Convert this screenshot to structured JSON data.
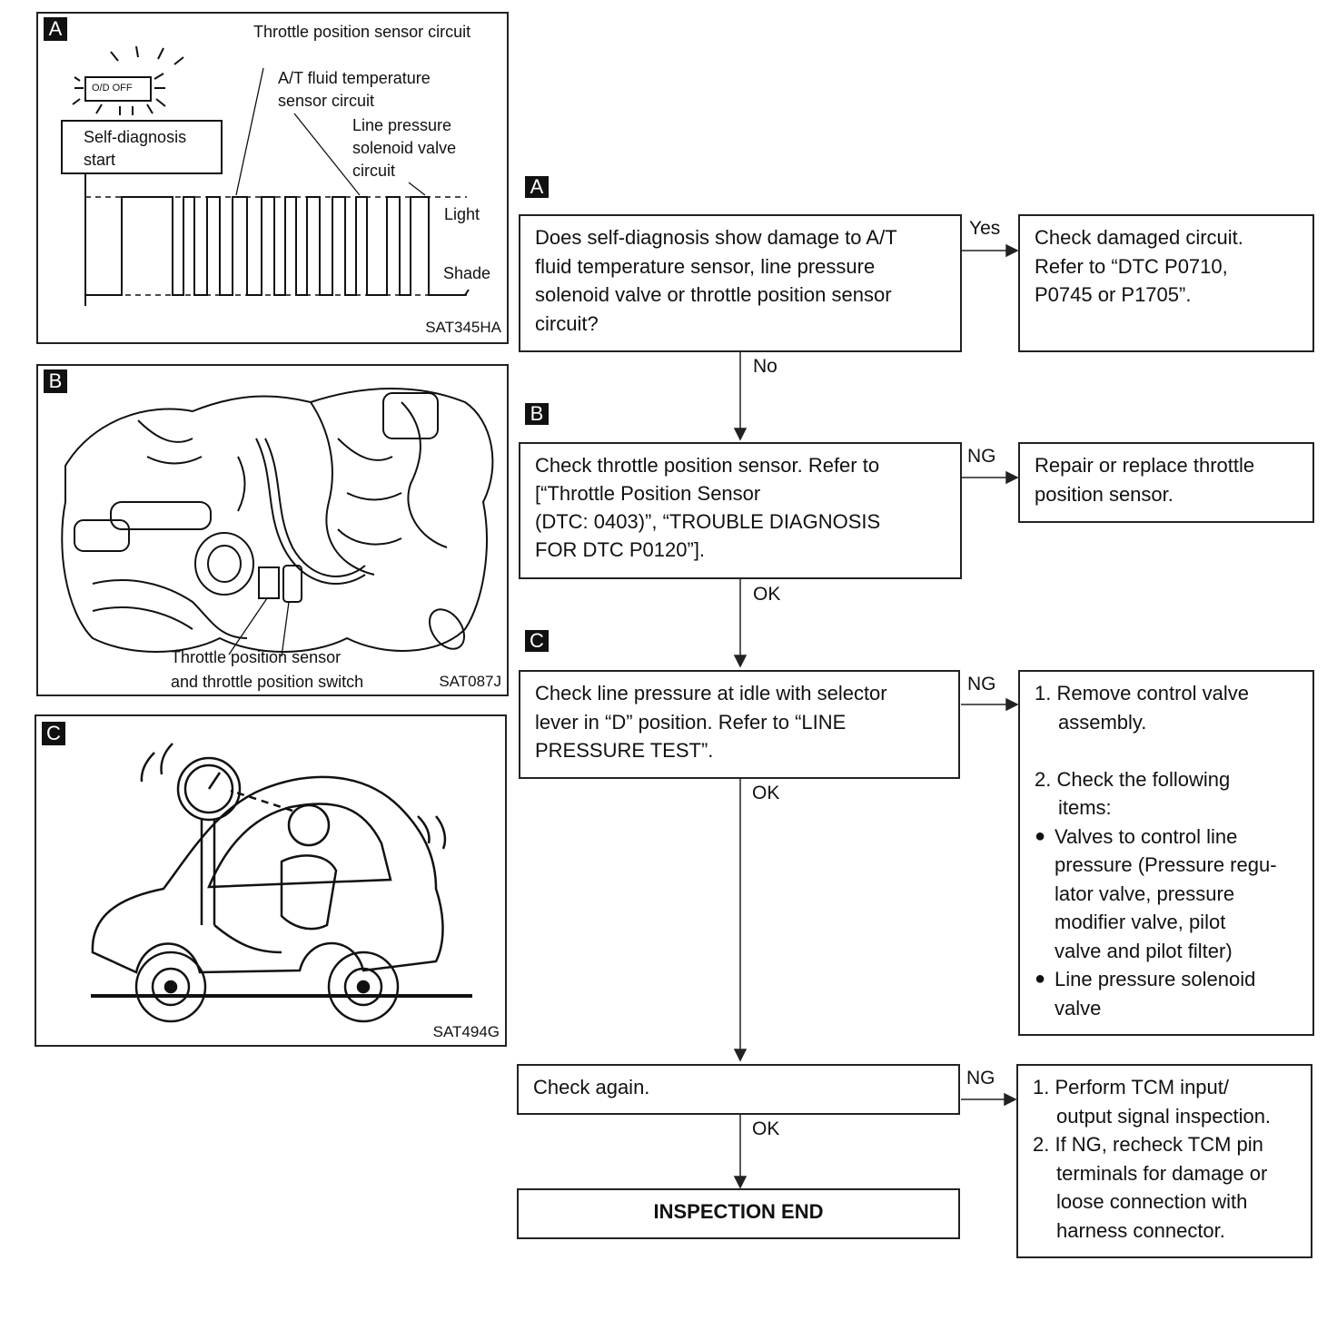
{
  "panelA": {
    "tag": "A",
    "od_off": "O/D OFF",
    "self_diag": "Self-diagnosis start",
    "label_tps": "Throttle position sensor circuit",
    "label_atf": "A/T fluid temperature sensor circuit",
    "label_lps": "Line pressure solenoid valve circuit",
    "light": "Light",
    "shade": "Shade",
    "code": "SAT345HA"
  },
  "panelB": {
    "tag": "B",
    "caption_1": "Throttle position sensor",
    "caption_2": "and throttle position switch",
    "code": "SAT087J"
  },
  "panelC": {
    "tag": "C",
    "code": "SAT494G"
  },
  "flow": {
    "tagA": "A",
    "tagB": "B",
    "tagC": "C",
    "q1": [
      "Does self-diagnosis show damage to A/T",
      "fluid temperature sensor, line pressure",
      "solenoid valve or throttle position sensor",
      "circuit?"
    ],
    "yes": "Yes",
    "r1": [
      "Check damaged circuit.",
      "Refer to “DTC P0710,",
      "P0745 or P1705”."
    ],
    "no": "No",
    "q2": [
      "Check throttle position sensor. Refer to",
      "[“Throttle Position Sensor",
      "(DTC: 0403)”, “TROUBLE DIAGNOSIS",
      "FOR DTC P0120”]."
    ],
    "ng1": "NG",
    "r2": [
      "Repair or replace throttle",
      "position sensor."
    ],
    "ok1": "OK",
    "q3": [
      "Check line pressure at idle with selector",
      "lever in “D” position. Refer to “LINE",
      "PRESSURE TEST”."
    ],
    "ng2": "NG",
    "r3_1a": "1. Remove control valve",
    "r3_1b": "assembly.",
    "r3_2a": "2. Check the following",
    "r3_2b": "items:",
    "r3_b1": [
      "Valves to control line",
      "pressure (Pressure regu-",
      "lator valve, pressure",
      "modifier valve, pilot",
      "valve and pilot filter)"
    ],
    "r3_b2": [
      "Line pressure solenoid",
      "valve"
    ],
    "ok2": "OK",
    "q4": "Check again.",
    "ng3": "NG",
    "r4_1": [
      "1. Perform TCM input/",
      "output signal inspection."
    ],
    "r4_2": [
      "2. If NG, recheck TCM pin",
      "terminals for damage or",
      "loose connection with",
      "harness connector."
    ],
    "ok3": "OK",
    "end": "INSPECTION END"
  }
}
